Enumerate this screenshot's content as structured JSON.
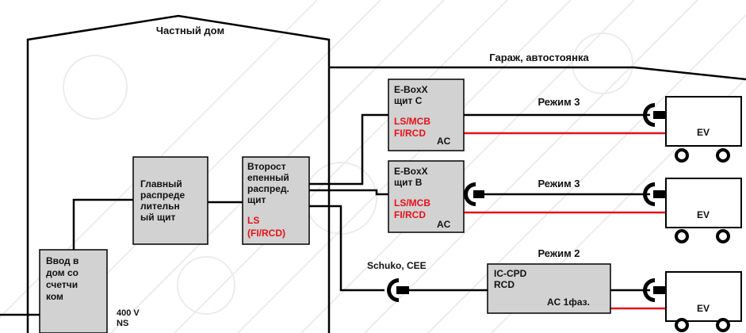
{
  "house": {
    "title": "Частный дом"
  },
  "garage": {
    "title": "Гараж, автостоянка"
  },
  "meter_box": {
    "lines": [
      "Ввод в",
      "дом со",
      "счетчи",
      "ком"
    ],
    "voltage": "400 V",
    "ns": "NS"
  },
  "main_board": {
    "lines": [
      "Главный",
      "распреде",
      "лительн",
      "ый щит"
    ]
  },
  "sub_board": {
    "lines": [
      "Второст",
      "епенный",
      "распред.",
      "щит"
    ],
    "red_lines": [
      "LS",
      "(FI/RCD)"
    ]
  },
  "ebox_c": {
    "lines": [
      "E-BoxX",
      "щит С"
    ],
    "red_lines": [
      "LS/MCB",
      "FI/RCD"
    ],
    "suffix": "AC"
  },
  "ebox_b": {
    "lines": [
      "E-BoxX",
      "щит В"
    ],
    "red_lines": [
      "LS/MCB",
      "FI/RCD"
    ],
    "suffix": "AC"
  },
  "iccpd": {
    "lines": [
      "IC-CPD",
      "RCD"
    ],
    "suffix": "AC 1фаз."
  },
  "modes": {
    "mode3_top": "Режим 3",
    "mode3_mid": "Режим 3",
    "mode2": "Режим 2"
  },
  "schuko": "Schuko, CEE",
  "ev_labels": [
    "EV",
    "EV",
    "EV"
  ],
  "colors": {
    "line": "#000000",
    "red_line": "#e8101a",
    "box_fill": "#d2d2d2",
    "watermark": "#e6e6e6"
  }
}
